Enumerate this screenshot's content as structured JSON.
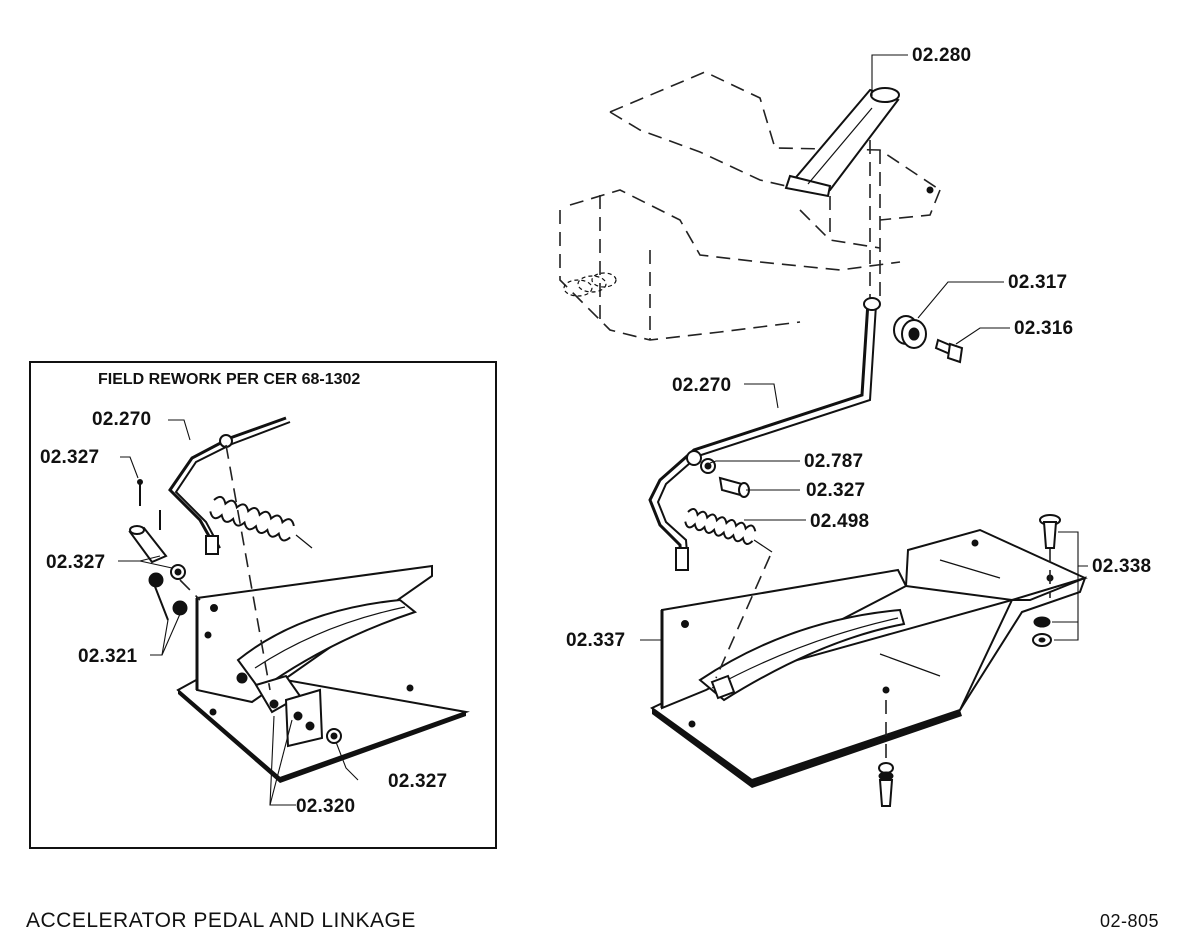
{
  "title": "ACCELERATOR PEDAL AND LINKAGE",
  "page_number": "02-805",
  "inset": {
    "heading": "FIELD REWORK PER CER 68-1302",
    "labels": {
      "rod": "02.270",
      "pin_top": "02.327",
      "pin_mid": "02.327",
      "washers": "02.321",
      "nut_bottom": "02.327",
      "bracket": "02.320"
    }
  },
  "main": {
    "labels": {
      "pedal_pad": "02.280",
      "bushing": "02.317",
      "bolt": "02.316",
      "rod": "02.270",
      "washer": "02.787",
      "pin": "02.327",
      "spring": "02.498",
      "mount_plate": "02.337",
      "screw_set": "02.338"
    }
  }
}
